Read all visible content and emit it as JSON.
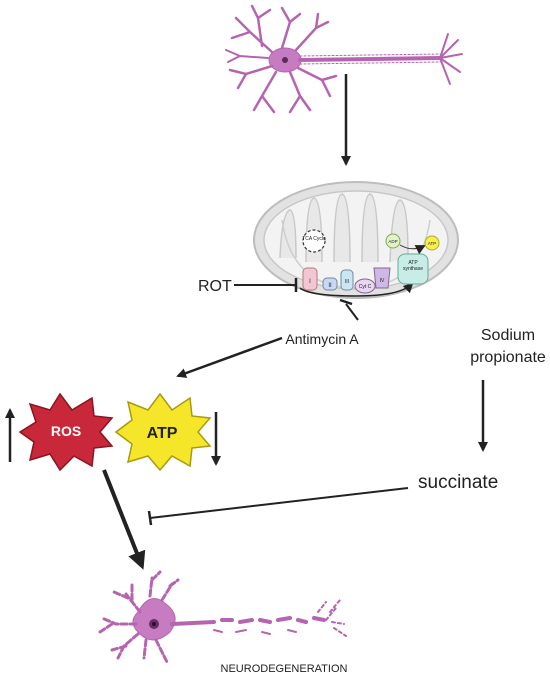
{
  "mito": {
    "tca": "TCA Cycle",
    "complexes": [
      "I",
      "II",
      "III",
      "Cyt C",
      "IV"
    ],
    "adp": "ADP",
    "atp": "ATP",
    "synthase": "ATP synthase"
  },
  "labels": {
    "rot": "ROT",
    "antimycin": "Antimycin A",
    "sodium1": "Sodium",
    "sodium2": "propionate",
    "succinate": "succinate",
    "ros": "ROS",
    "atp": "ATP",
    "neuro": "NEURODEGENERATION"
  },
  "colors": {
    "neuron": "#b565b0",
    "ros_star": "#c8283a",
    "atp_star": "#f5e62a",
    "mito_outer": "#e2e2e2",
    "arrow": "#222222"
  }
}
